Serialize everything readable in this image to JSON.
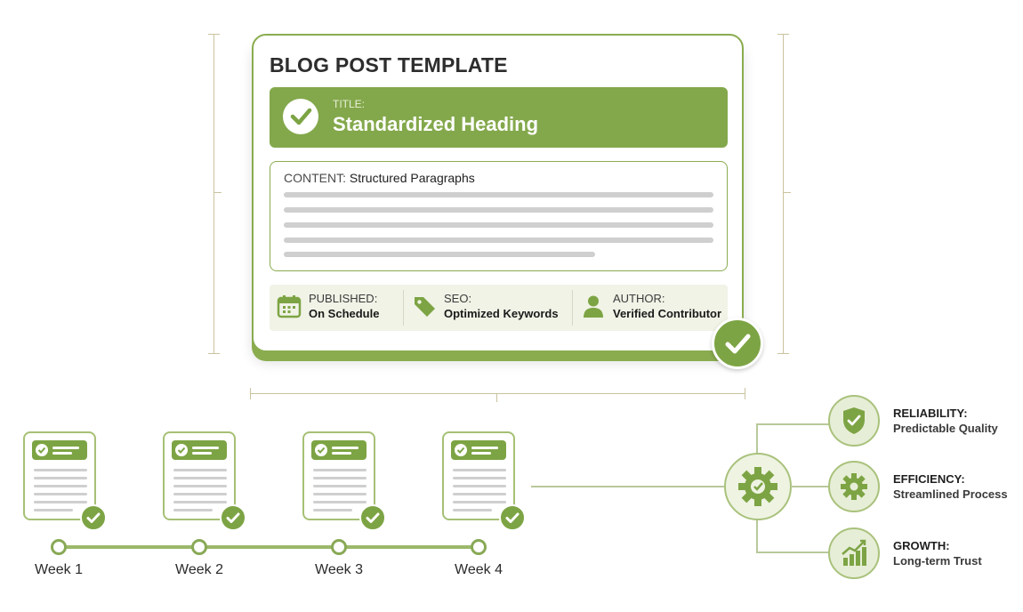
{
  "card": {
    "heading": "BLOG POST TEMPLATE",
    "title_label": "TITLE:",
    "title_value": "Standardized Heading",
    "content_label": "CONTENT:",
    "content_value": "Structured Paragraphs",
    "meta": [
      {
        "key": "PUBLISHED:",
        "value": "On Schedule",
        "icon": "calendar-icon"
      },
      {
        "key": "SEO:",
        "value": "Optimized Keywords",
        "icon": "tag-icon"
      },
      {
        "key": "AUTHOR:",
        "value": "Verified Contributor",
        "icon": "person-icon"
      }
    ]
  },
  "timeline": {
    "weeks": [
      "Week 1",
      "Week 2",
      "Week 3",
      "Week 4"
    ]
  },
  "benefits": [
    {
      "key": "RELIABILITY:",
      "value": "Predictable Quality",
      "icon": "shield-check-icon"
    },
    {
      "key": "EFFICIENCY:",
      "value": "Streamlined Process",
      "icon": "gear-icon"
    },
    {
      "key": "GROWTH:",
      "value": "Long-term Trust",
      "icon": "growth-chart-icon"
    }
  ],
  "colors": {
    "accent": "#7da444",
    "accent_light": "#e7eed7",
    "line_gray": "#cfcfcf"
  }
}
